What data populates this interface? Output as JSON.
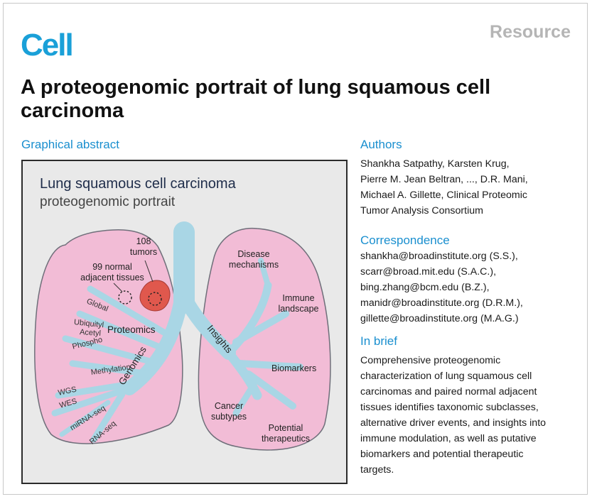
{
  "journal": {
    "logo": "Cell",
    "article_type": "Resource"
  },
  "title_line1": "A proteogenomic portrait of lung squamous cell",
  "title_line2": "carcinoma",
  "graphical_abstract": {
    "heading": "Graphical abstract",
    "title": "Lung squamous cell carcinoma",
    "subtitle": "proteogenomic portrait",
    "labels": {
      "tumors_num": "108",
      "tumors": "tumors",
      "normal_1": "99 normal",
      "normal_2": "adjacent tissues",
      "proteomics": "Proteomics",
      "genomics": "Genomics",
      "insights": "Insights",
      "disease_1": "Disease",
      "disease_2": "mechanisms",
      "immune_1": "Immune",
      "immune_2": "landscape",
      "biomarkers": "Biomarkers",
      "cancer_1": "Cancer",
      "cancer_2": "subtypes",
      "potential_1": "Potential",
      "potential_2": "therapeutics"
    },
    "branch_tags": {
      "global": "Global",
      "ubiquityl": "Ubiquityl",
      "acetyl": "Acetyl",
      "phospho": "Phospho",
      "methylation": "Methylation",
      "wgs": "WGS",
      "wes": "WES",
      "mirna": "miRNA-seq",
      "rna": "RNA-seq"
    },
    "colors": {
      "lung": "#f2bcd6",
      "airway": "#a9d6e5",
      "tumor": "#e0584d"
    }
  },
  "authors": {
    "heading": "Authors",
    "lines": [
      "Shankha Satpathy, Karsten Krug,",
      "Pierre M. Jean Beltran, ..., D.R. Mani,",
      "Michael A. Gillette, Clinical Proteomic",
      "Tumor Analysis Consortium"
    ]
  },
  "correspondence": {
    "heading": "Correspondence",
    "lines": [
      "shankha@broadinstitute.org (S.S.),",
      "scarr@broad.mit.edu (S.A.C.),",
      "bing.zhang@bcm.edu (B.Z.),",
      "manidr@broadinstitute.org (D.R.M.),",
      "gillette@broadinstitute.org (M.A.G.)"
    ]
  },
  "in_brief": {
    "heading": "In brief",
    "lines": [
      "Comprehensive proteogenomic",
      "characterization of lung squamous cell",
      "carcinomas and paired normal adjacent",
      "tissues identifies taxonomic subclasses,",
      "alternative driver events, and insights into",
      "immune modulation, as well as putative",
      "biomarkers and potential therapeutic",
      "targets."
    ]
  },
  "accent_color": "#1a8fcf"
}
